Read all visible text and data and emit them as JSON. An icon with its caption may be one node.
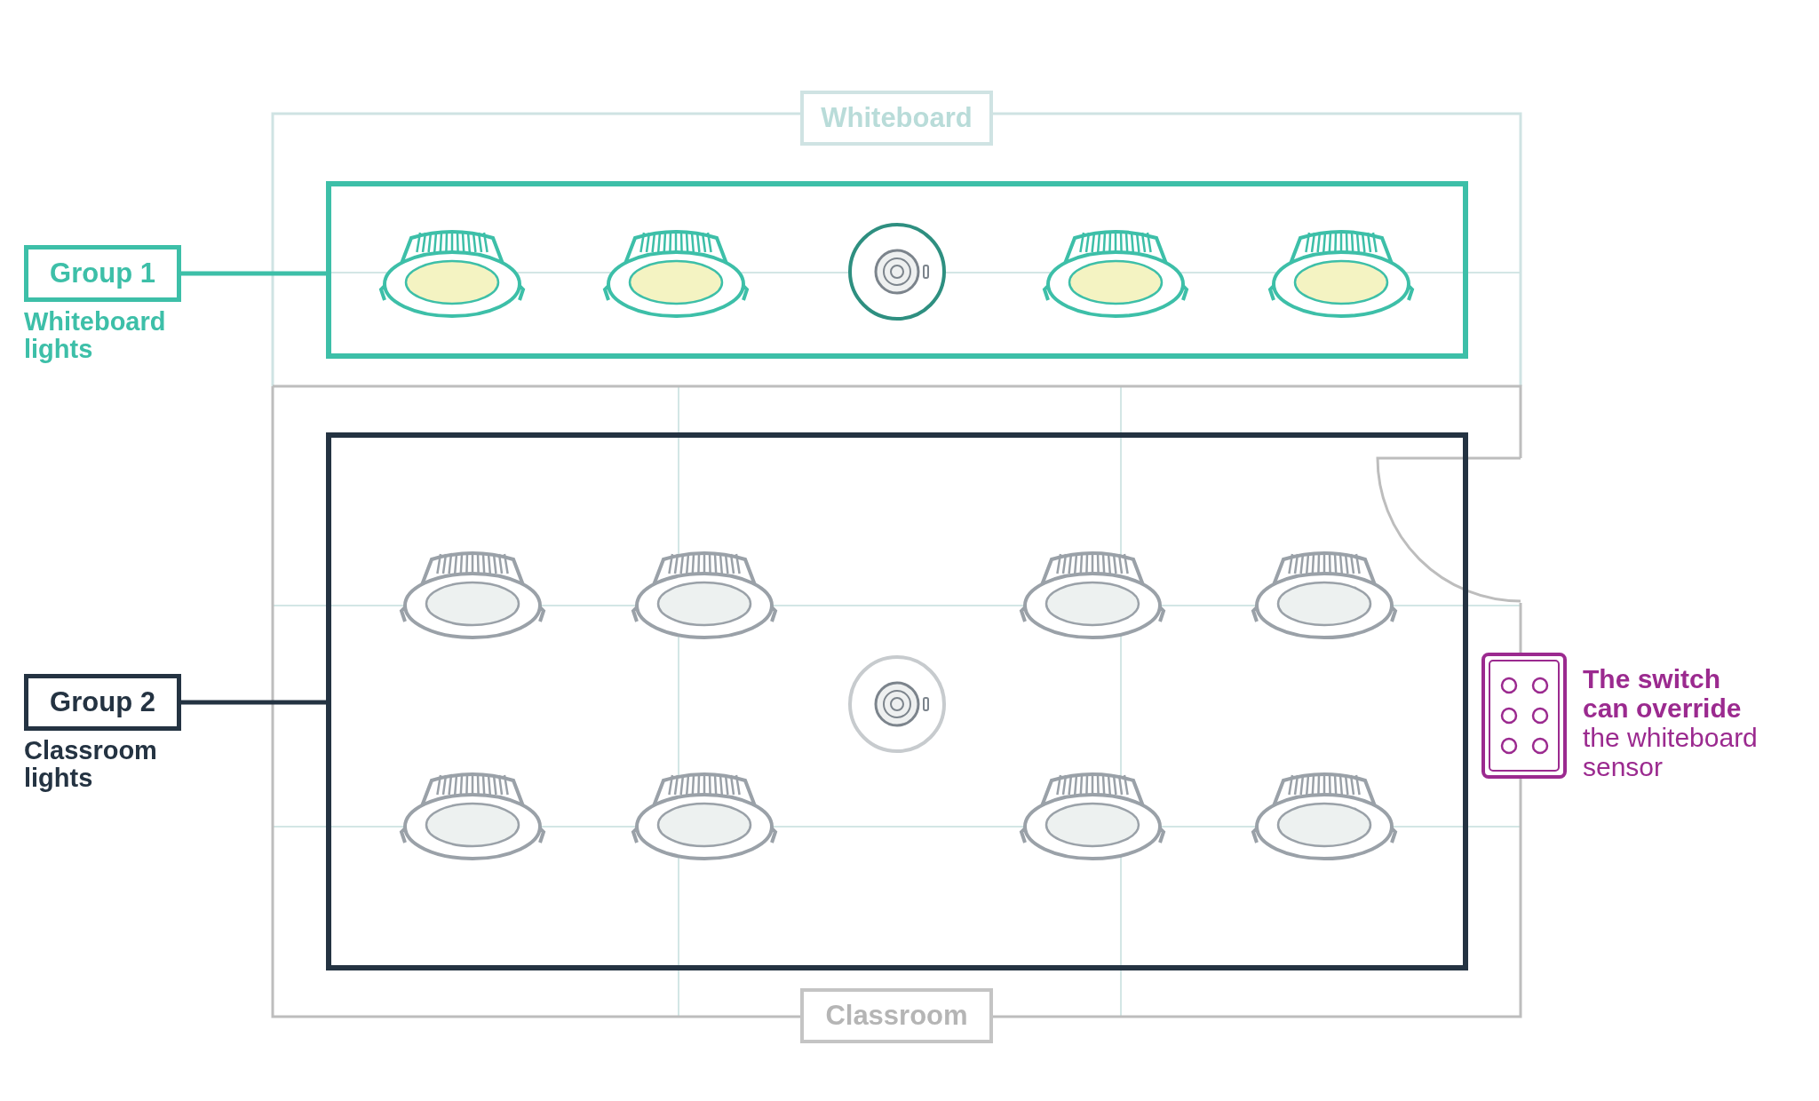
{
  "diagram": {
    "nodes": [
      {
        "text": [
          "Whiteboard"
        ]
      },
      {
        "text": [
          "Group 1"
        ],
        "beside": [
          "Whiteboard lights"
        ]
      },
      {
        "text": [],
        "shape": "box"
      },
      {
        "text": [
          "Group 2"
        ],
        "beside": [
          "Classroom lights"
        ]
      },
      {
        "text": [],
        "shape": "box"
      },
      {
        "text": [
          "Classroom"
        ]
      }
    ],
    "edges": [
      {
        "from": 1,
        "to": 2,
        "arrow": "none",
        "color": "#3dbfa8"
      },
      {
        "from": 3,
        "to": 4,
        "arrow": "none",
        "color": "#243342"
      }
    ],
    "labels": [
      "**The switch can override** the whiteboard sensor"
    ]
  }
}
